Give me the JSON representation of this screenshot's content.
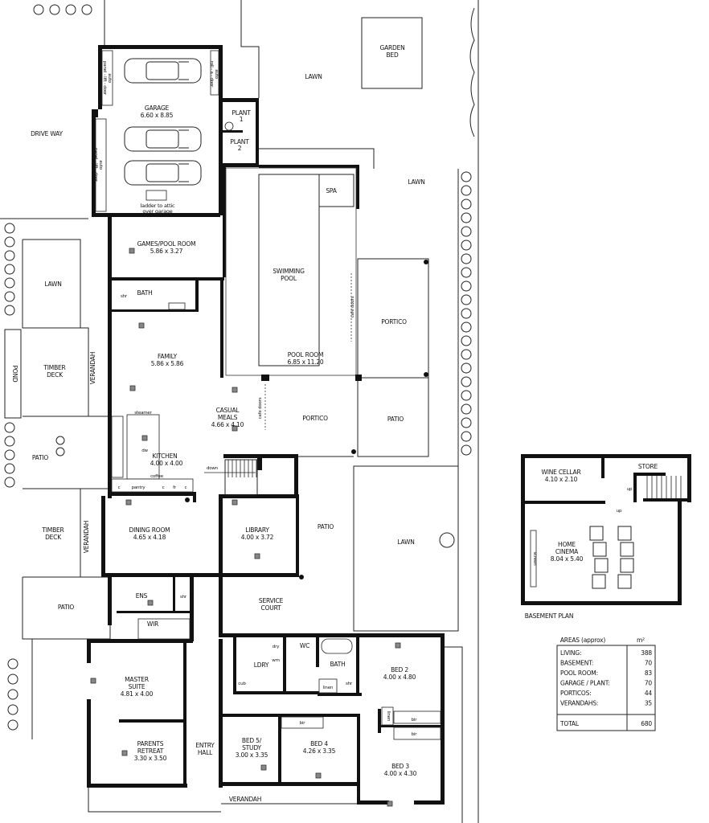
{
  "site": {
    "drive_way": "DRIVE WAY",
    "lawn_top": "LAWN",
    "lawn_right": "LAWN",
    "lawn_left": "LAWN",
    "lawn_lower_right": "LAWN",
    "garden_bed": [
      "GARDEN",
      "BED"
    ],
    "pond": "POND",
    "timber_deck_upper": [
      "TIMBER",
      "DECK"
    ],
    "timber_deck_lower": [
      "TIMBER",
      "DECK"
    ],
    "patio_left_upper": "PATIO",
    "patio_left_lower": "PATIO",
    "patio_right": "PATIO",
    "patio_center": "PATIO",
    "verandah_upper": "VERANDAH",
    "verandah_middle": "VERANDAH",
    "verandah_bottom": "VERANDAH",
    "portico_right": "PORTICO",
    "portico_lower": "PORTICO",
    "spa": "SPA",
    "swimming_pool": [
      "SWIMMING",
      "POOL"
    ],
    "cafe_doors_upper": "cafe doors",
    "cafe_doors_lower": "cafe doors"
  },
  "rooms": {
    "garage": {
      "name": "GARAGE",
      "dims": "6.60 x 8.85"
    },
    "plant1": {
      "name": "PLANT",
      "num": "1"
    },
    "plant2": {
      "name": "PLANT",
      "num": "2"
    },
    "games": {
      "name": "GAMES/POOL ROOM",
      "dims": "5.86 x 3.27"
    },
    "bath_upper": {
      "name": "BATH"
    },
    "family": {
      "name": "FAMILY",
      "dims": "5.86 x 5.86"
    },
    "pool_room": {
      "name": "POOL ROOM",
      "dims": "6.85 x 11.20"
    },
    "casual_meals": {
      "name": [
        "CASUAL",
        "MEALS"
      ],
      "dims": "4.66 x 4.10"
    },
    "kitchen": {
      "name": "KITCHEN",
      "dims": "4.00 x 4.00"
    },
    "dining": {
      "name": "DINING ROOM",
      "dims": "4.65 x 4.18"
    },
    "library": {
      "name": "LIBRARY",
      "dims": "4.00 x 3.72"
    },
    "service_court": {
      "name": [
        "SERVICE",
        "COURT"
      ]
    },
    "ens": {
      "name": "ENS"
    },
    "wir": {
      "name": "WIR"
    },
    "master": {
      "name": [
        "MASTER",
        "SUITE"
      ],
      "dims": "4.81 x 4.00"
    },
    "parents": {
      "name": [
        "PARENTS",
        "RETREAT"
      ],
      "dims": "3.30 x 3.50"
    },
    "entry": {
      "name": [
        "ENTRY",
        "HALL"
      ]
    },
    "ldry": {
      "name": "LDRY"
    },
    "wc": {
      "name": "WC"
    },
    "bath_lower": {
      "name": "BATH"
    },
    "bed2": {
      "name": "BED 2",
      "dims": "4.00 x 4.80"
    },
    "bed3": {
      "name": "BED 3",
      "dims": "4.00 x 4.30"
    },
    "bed4": {
      "name": "BED 4",
      "dims": "4.26 x 3.35"
    },
    "bed5": {
      "name": [
        "BED 5/",
        "STUDY"
      ],
      "dims": "3.00 x 3.35"
    }
  },
  "fixtures": {
    "garage_left_door": [
      "auto",
      "panel - lift - door"
    ],
    "garage_top_left_door": [
      "auto",
      "panel - lift - door"
    ],
    "garage_top_right_door": [
      "auto",
      "roll - a - door"
    ],
    "ladder": [
      "ladder to attic",
      "over garage"
    ],
    "shr": "shr",
    "steamer": "steamer",
    "dw": "dw",
    "coffee": "coffee",
    "pantry": "pantry",
    "c": "c",
    "fr": "fr",
    "down": "down",
    "dry": "dry",
    "wm": "wm",
    "cub": "cub",
    "linen": "linen",
    "bir": "bir"
  },
  "basement": {
    "title": "BASEMENT PLAN",
    "wine_cellar": {
      "name": "WINE CELLAR",
      "dims": "4.10 x 2.10"
    },
    "store": "STORE",
    "home_cinema": {
      "name": [
        "HOME",
        "CINEMA"
      ],
      "dims": "8.04 x 5.40"
    },
    "screen": "screen",
    "up": "up"
  },
  "areas": {
    "title": "AREAS (approx)",
    "unit": "m²",
    "rows": [
      {
        "label": "LIVING:",
        "value": "388"
      },
      {
        "label": "BASEMENT:",
        "value": "70"
      },
      {
        "label": "POOL ROOM:",
        "value": "83"
      },
      {
        "label": "GARAGE / PLANT:",
        "value": "70"
      },
      {
        "label": "PORTICOS:",
        "value": "44"
      },
      {
        "label": "VERANDAHS:",
        "value": "35"
      }
    ],
    "total": {
      "label": "TOTAL",
      "value": "680"
    }
  }
}
